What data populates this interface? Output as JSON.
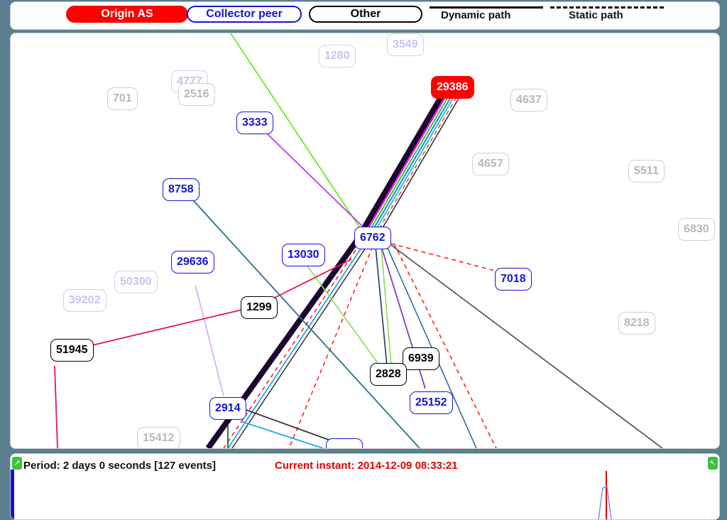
{
  "legend": {
    "origin_label": "Origin AS",
    "collector_label": "Collector peer",
    "other_label": "Other",
    "dynamic_label": "Dynamic path",
    "static_label": "Static path"
  },
  "colors": {
    "origin": "#ff0000",
    "collector": "#1414d8",
    "other": "#000000",
    "faded": "#cfcfcf"
  },
  "graph": {
    "nodes": [
      {
        "id": "n29386",
        "label": "29386",
        "kind": "origin"
      },
      {
        "id": "n3333",
        "label": "3333",
        "kind": "collector"
      },
      {
        "id": "n8758",
        "label": "8758",
        "kind": "collector"
      },
      {
        "id": "n6762",
        "label": "6762",
        "kind": "collector"
      },
      {
        "id": "n13030",
        "label": "13030",
        "kind": "collector"
      },
      {
        "id": "n29636",
        "label": "29636",
        "kind": "collector"
      },
      {
        "id": "n7018",
        "label": "7018",
        "kind": "collector"
      },
      {
        "id": "n1299",
        "label": "1299",
        "kind": "other"
      },
      {
        "id": "n51945",
        "label": "51945",
        "kind": "other"
      },
      {
        "id": "n6939",
        "label": "6939",
        "kind": "other"
      },
      {
        "id": "n2828",
        "label": "2828",
        "kind": "other"
      },
      {
        "id": "n25152",
        "label": "25152",
        "kind": "collector"
      },
      {
        "id": "n2914",
        "label": "2914",
        "kind": "collector"
      },
      {
        "id": "n3549",
        "label": "3549",
        "kind": "faded-blue"
      },
      {
        "id": "n1280",
        "label": "1280",
        "kind": "faded-blue"
      },
      {
        "id": "n4777",
        "label": "4777",
        "kind": "faded-blue"
      },
      {
        "id": "n2516",
        "label": "2516",
        "kind": "faded"
      },
      {
        "id": "n701",
        "label": "701",
        "kind": "faded"
      },
      {
        "id": "n4637",
        "label": "4637",
        "kind": "faded"
      },
      {
        "id": "n4657",
        "label": "4657",
        "kind": "faded"
      },
      {
        "id": "n5511",
        "label": "5511",
        "kind": "faded"
      },
      {
        "id": "n6830",
        "label": "6830",
        "kind": "faded"
      },
      {
        "id": "n50300",
        "label": "50300",
        "kind": "faded-blue"
      },
      {
        "id": "n39202",
        "label": "39202",
        "kind": "faded-blue"
      },
      {
        "id": "n8218",
        "label": "8218",
        "kind": "faded"
      },
      {
        "id": "n15412",
        "label": "15412",
        "kind": "faded"
      }
    ]
  },
  "timeline": {
    "period_text": "Period: 2 days 0 seconds [127 events]",
    "instant_text": "Current instant: 2014-12-09 08:33:21"
  }
}
